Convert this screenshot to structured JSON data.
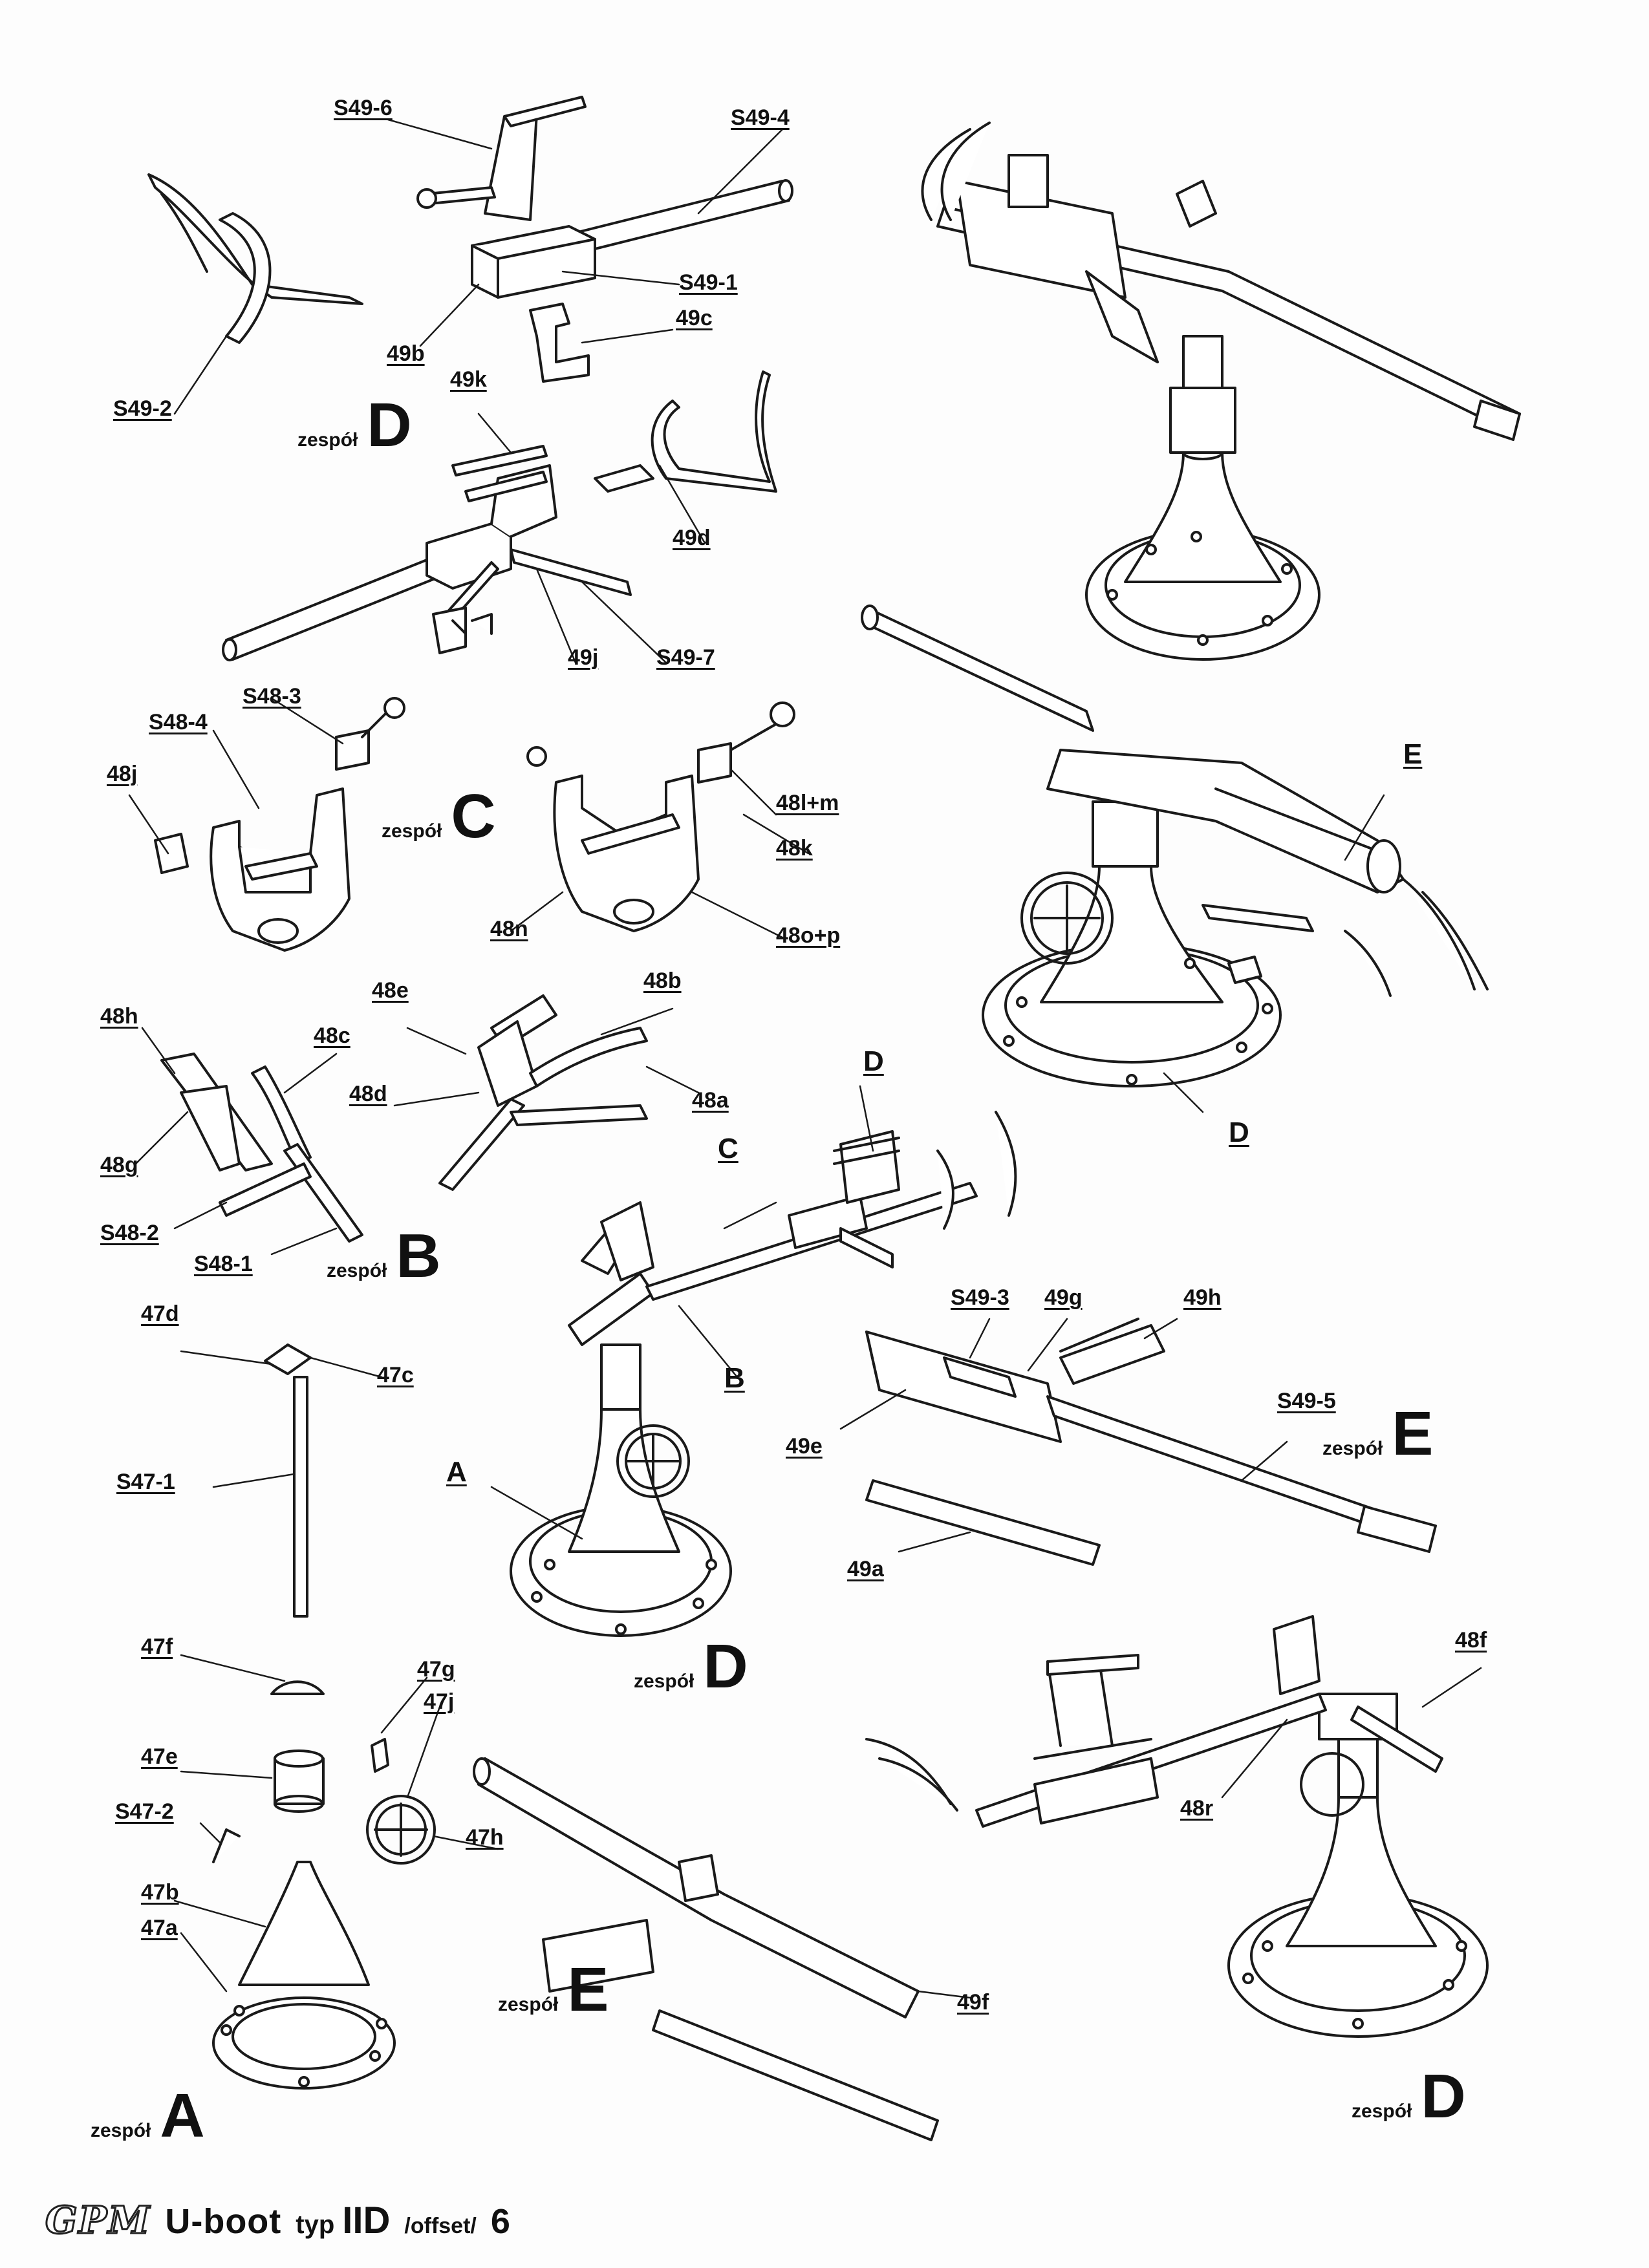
{
  "assembly_word": "zespół",
  "assemblies": {
    "A": "A",
    "B": "B",
    "C": "C",
    "D": "D",
    "E": "E"
  },
  "labels": {
    "S49_6": "S49-6",
    "S49_4": "S49-4",
    "S49_1": "S49-1",
    "l49c": "49c",
    "l49b": "49b",
    "S49_2": "S49-2",
    "l49k": "49k",
    "l49d": "49d",
    "l49j": "49j",
    "S49_7": "S49-7",
    "S48_3": "S48-3",
    "S48_4": "S48-4",
    "l48j": "48j",
    "l48lm": "48l+m",
    "l48k": "48k",
    "l48n": "48n",
    "l48op": "48o+p",
    "l48e": "48e",
    "l48b": "48b",
    "l48h": "48h",
    "l48c": "48c",
    "l48d": "48d",
    "l48a": "48a",
    "l48g": "48g",
    "S48_2": "S48-2",
    "S48_1": "S48-1",
    "l47d": "47d",
    "l47c": "47c",
    "S47_1": "S47-1",
    "l47f": "47f",
    "l47g": "47g",
    "l47j": "47j",
    "l47e": "47e",
    "S47_2": "S47-2",
    "l47h": "47h",
    "l47b": "47b",
    "l47a": "47a",
    "S49_3": "S49-3",
    "l49g": "49g",
    "l49h": "49h",
    "S49_5": "S49-5",
    "l49e": "49e",
    "l49a": "49a",
    "l49f": "49f",
    "l48f": "48f",
    "l48r": "48r",
    "refD1": "D",
    "refC": "C",
    "refB": "B",
    "refA": "A",
    "refE": "E",
    "refD2": "D"
  },
  "footer": {
    "brand": "GPM",
    "model": "U-boot",
    "type": "typ",
    "variant": "IID",
    "edition": "/offset/",
    "page": "6"
  }
}
